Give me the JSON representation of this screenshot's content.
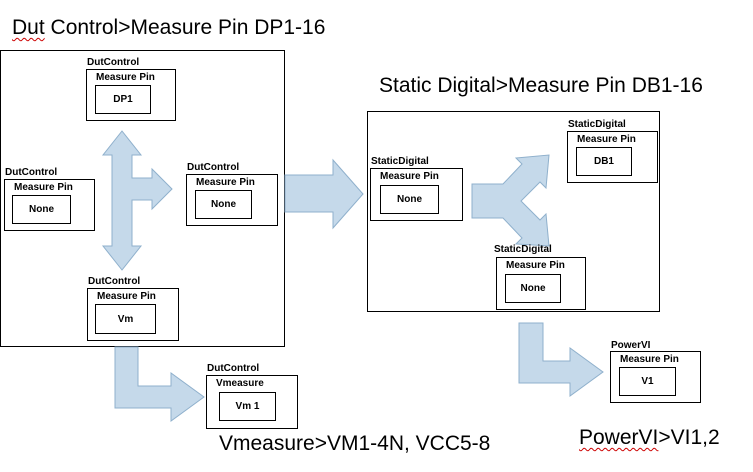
{
  "headings": {
    "dut": {
      "before": "Dut",
      "after": " Control>Measure Pin  DP1-16"
    },
    "static": "Static Digital>Measure Pin DB1-16",
    "vmeasure": "Vmeasure>VM1-4N, VCC5-8",
    "powervi": {
      "before": "PowerVI",
      "after": ">VI1,2"
    }
  },
  "blocks": [
    {
      "caption": "DutControl",
      "title": "Measure Pin",
      "value": "DP1"
    },
    {
      "caption": "DutControl",
      "title": "Measure Pin",
      "value": "None"
    },
    {
      "caption": "DutControl",
      "title": "Measure Pin",
      "value": "None"
    },
    {
      "caption": "DutControl",
      "title": "Measure Pin",
      "value": "Vm"
    },
    {
      "caption": "DutControl",
      "title": "Vmeasure",
      "value": "Vm 1"
    },
    {
      "caption": "StaticDigital",
      "title": "Measure Pin",
      "value": "None"
    },
    {
      "caption": "StaticDigital",
      "title": "Measure Pin",
      "value": "DB1"
    },
    {
      "caption": "StaticDigital",
      "title": "Measure Pin",
      "value": "None"
    },
    {
      "caption": "PowerVI",
      "title": "Measure Pin",
      "value": "V1"
    }
  ],
  "colors": {
    "arrow_fill": "#c5d9ea",
    "arrow_stroke": "#8fb0cc"
  }
}
